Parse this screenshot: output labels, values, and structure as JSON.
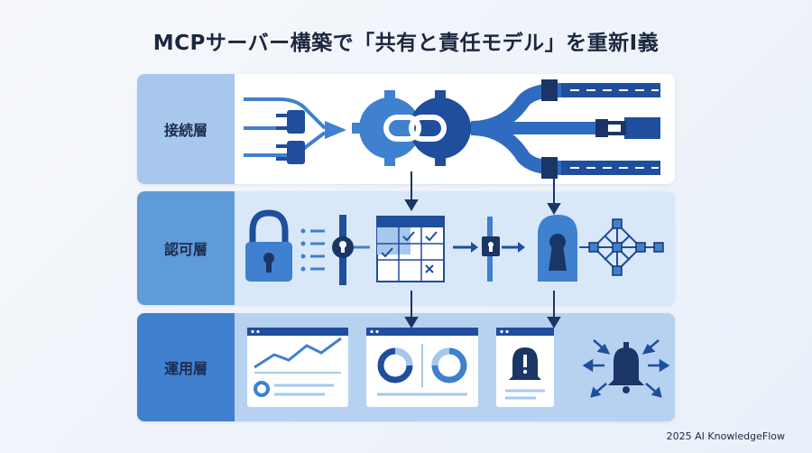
{
  "title": "MCPサーバー構築で「共有と責任モデル」を重新I義",
  "layers": {
    "connection": "接続層",
    "authorization": "認可層",
    "operations": "運用層"
  },
  "footer": "2025 AI KnowledgeFlow",
  "colors": {
    "dark_blue": "#1f4e9c",
    "mid_blue": "#3f80cf",
    "light_blue": "#a7c8ec",
    "navy": "#1a3566"
  },
  "icons": {
    "connection": [
      "plug-icon",
      "gear-icon",
      "link-icon",
      "cable-icon"
    ],
    "authorization": [
      "padlock-icon",
      "keyhole-icon",
      "grid-table-icon",
      "network-icon"
    ],
    "operations": [
      "line-chart-icon",
      "donut-chart-icon",
      "alert-bell-icon",
      "bell-icon"
    ]
  }
}
